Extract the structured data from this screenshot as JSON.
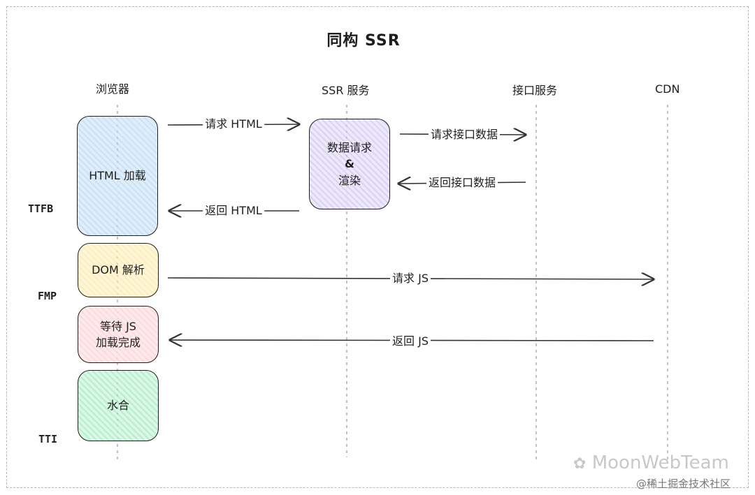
{
  "title": "同构 SSR",
  "lanes": [
    "浏览器",
    "SSR 服务",
    "接口服务",
    "CDN"
  ],
  "metrics": [
    "TTFB",
    "FMP",
    "TTI"
  ],
  "boxes": {
    "html_load": "HTML 加载",
    "data_render": [
      "数据请求",
      "&",
      "渲染"
    ],
    "dom_parse": "DOM 解析",
    "wait_js": [
      "等待 JS",
      "加载完成"
    ],
    "hydrate": "水合"
  },
  "arrows": {
    "request_html": "请求 HTML",
    "return_html": "返回 HTML",
    "request_api": "请求接口数据",
    "return_api": "返回接口数据",
    "request_js": "请求 JS",
    "return_js": "返回 JS"
  },
  "watermark": {
    "brand": "MoonWebTeam",
    "site": "@稀土掘金技术社区"
  }
}
